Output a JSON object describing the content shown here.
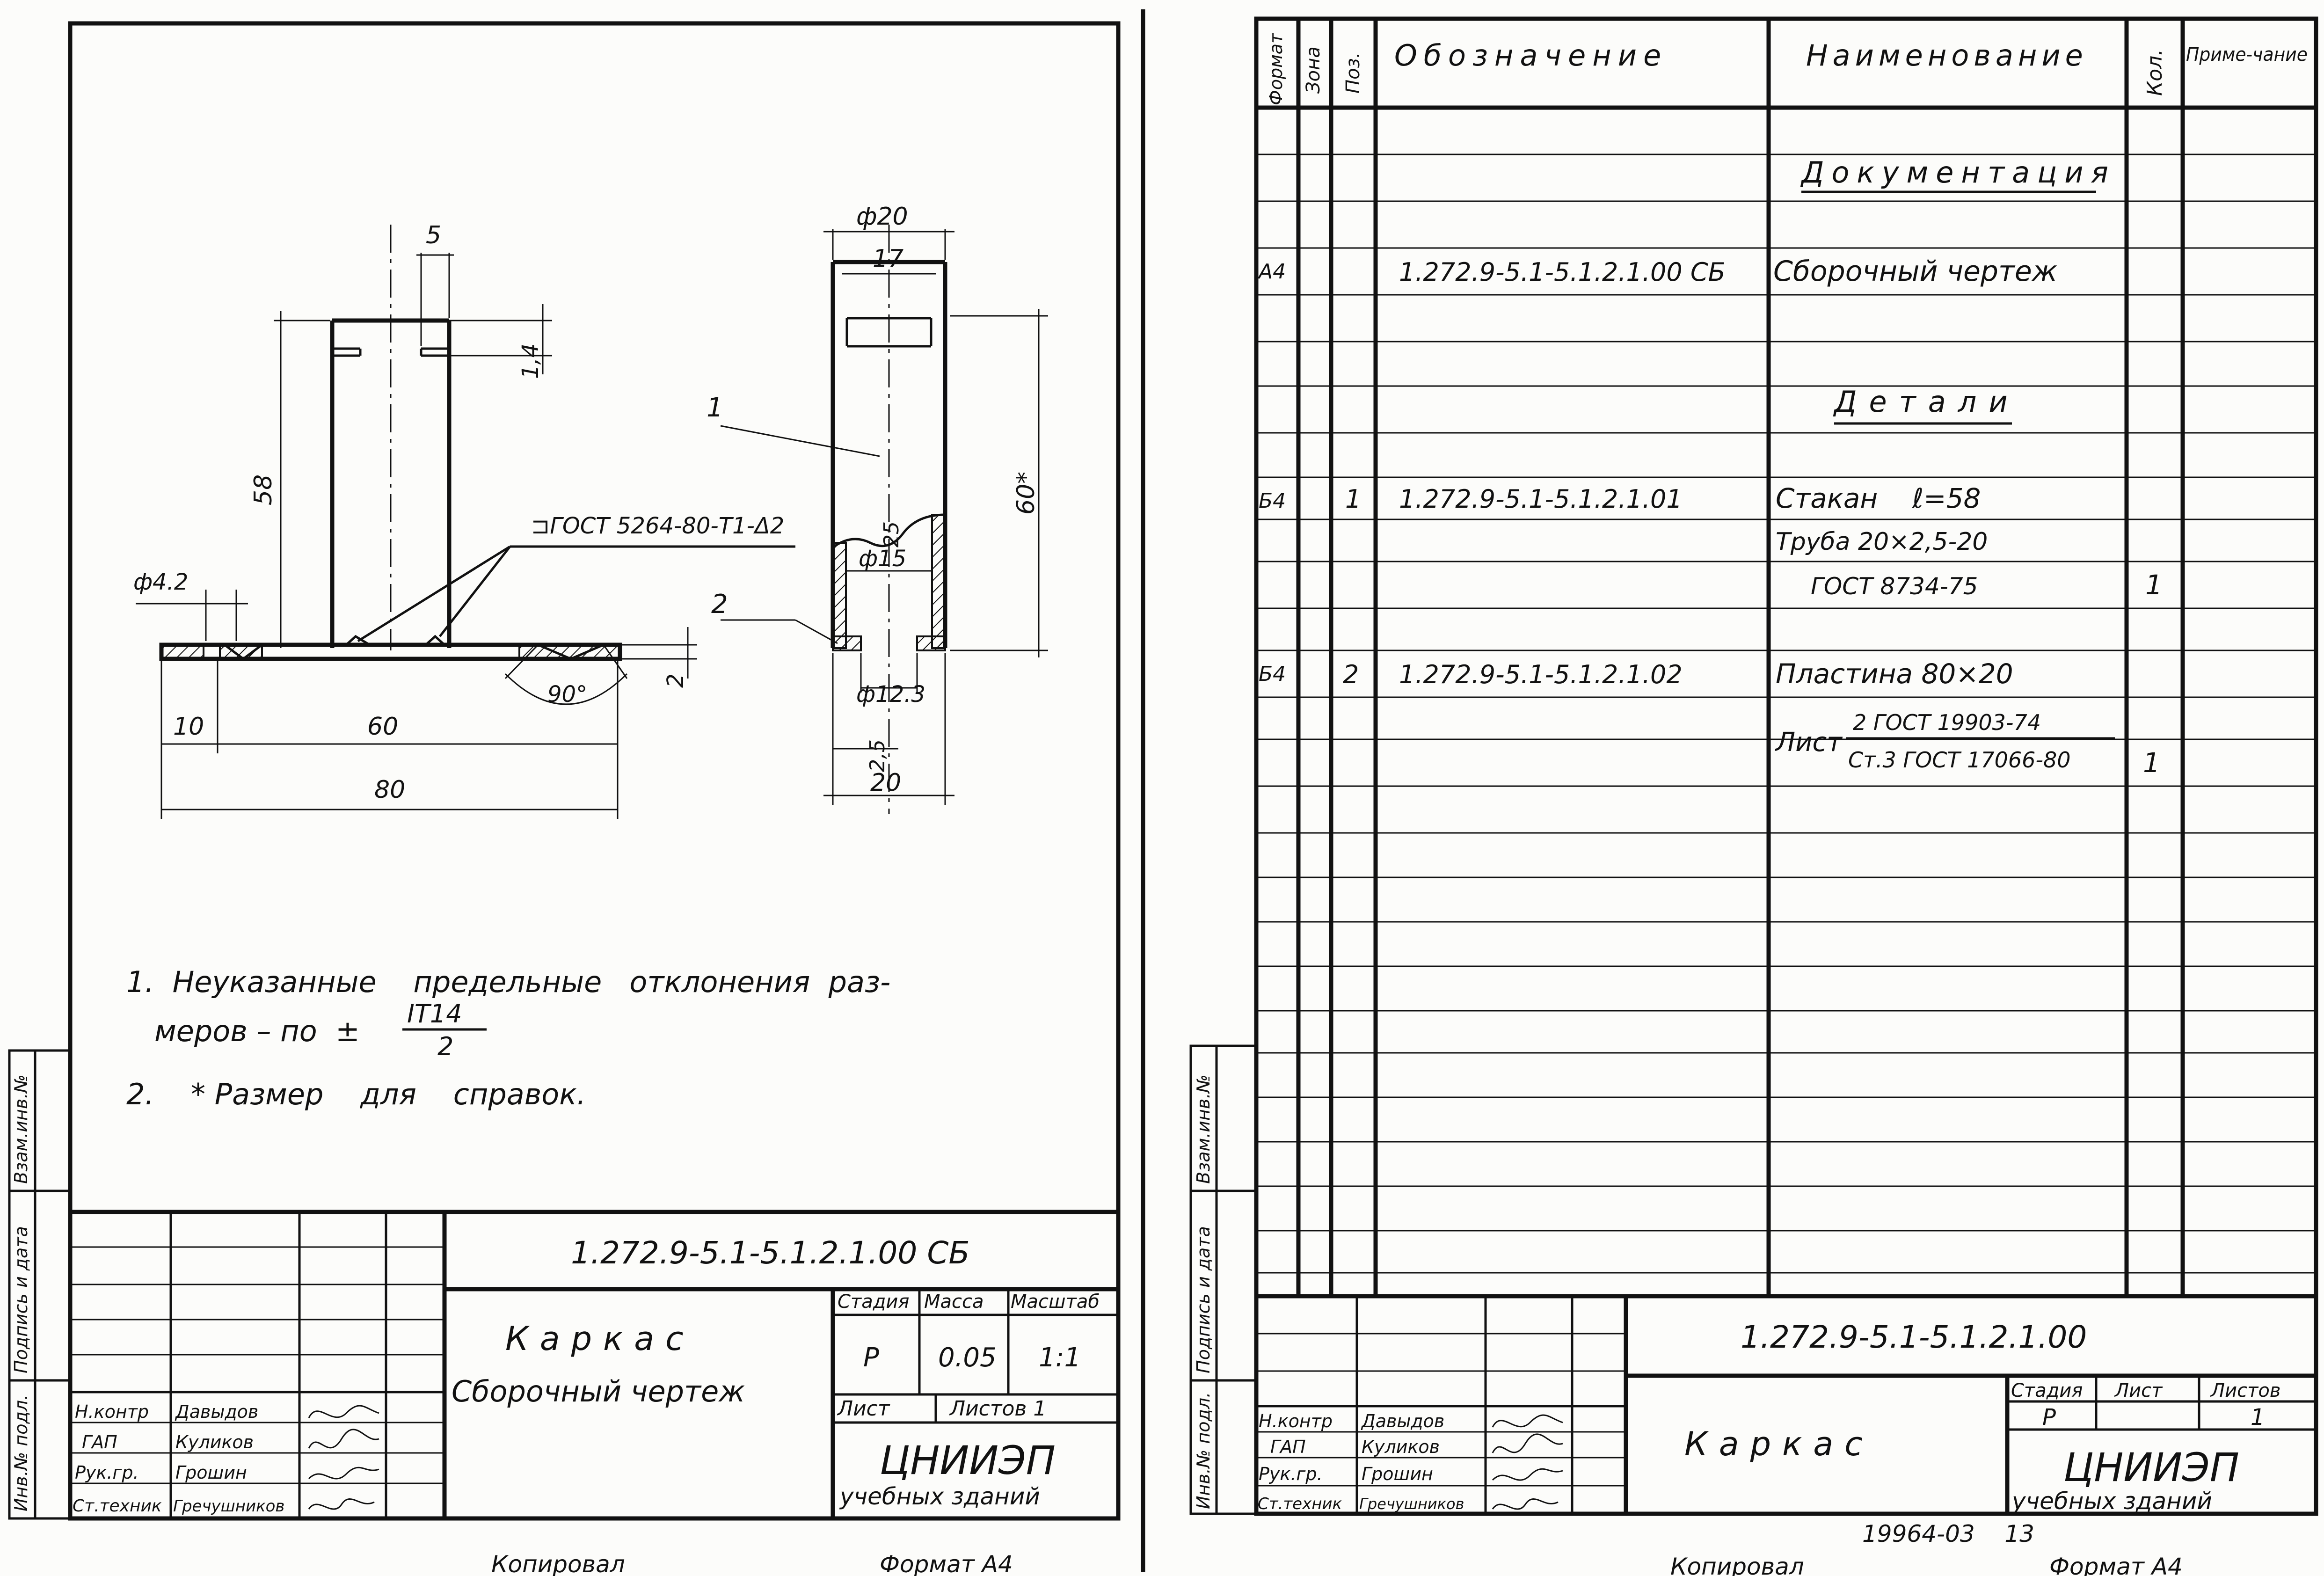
{
  "left": {
    "dims": {
      "d5": "5",
      "d14": "1,4",
      "d58": "58",
      "d42": "ф4.2",
      "d10": "10",
      "d60": "60",
      "d80": "80",
      "d90": "90°",
      "d2": "2",
      "d20top": "ф20",
      "d17": "17",
      "d60star": "60*",
      "d25": "25",
      "d15": "ф15",
      "d123": "ф12.3",
      "d25b": "2,5",
      "d20bot": "20"
    },
    "callouts": {
      "c1": "1",
      "c2": "2"
    },
    "weld": "⊐ГОСТ 5264-80-Т1-Δ2",
    "notes": {
      "n1a": "1.  Неуказанные    предельные   отклонения  раз-",
      "n1b": "меров – по  ±",
      "n1frac_top": "IT14",
      "n1frac_bot": "2",
      "n2": "2.    * Размер    для    справок."
    },
    "title_block": {
      "designation": "1.272.9-5.1-5.1.2.1.00 СБ",
      "title1": "Каркас",
      "title2": "Сборочный чертеж",
      "stage_hdr": "Стадия",
      "mass_hdr": "Масса",
      "scale_hdr": "Масштаб",
      "stage": "Р",
      "mass": "0.05",
      "scale": "1:1",
      "sheet": "Лист",
      "sheets": "Листов 1",
      "org1": "ЦНИИЭП",
      "org2": "учебных зданий",
      "roles": [
        "Н.контр",
        "ГАП",
        "Рук.гр.",
        "Ст.техник"
      ],
      "names": [
        "Давыдов",
        "Куликов",
        "Грошин",
        "Гречушников"
      ]
    },
    "side_labels": [
      "Инв.№ подл.",
      "Подпись и дата",
      "Взам.инв.№"
    ],
    "footer_left": "Копировал",
    "footer_right": "Формат А4"
  },
  "right": {
    "headers": {
      "format": "Формат",
      "zone": "Зона",
      "pos": "Поз.",
      "designation": "Обозначение",
      "name": "Наименование",
      "qty": "Кол.",
      "note": "Приме-чание"
    },
    "rows": {
      "doc_section": "Документация",
      "r1_format": "А4",
      "r1_desig": "1.272.9-5.1-5.1.2.1.00 СБ",
      "r1_name": "Сборочный чертеж",
      "det_section": "Детали",
      "r2_format": "Б4",
      "r2_pos": "1",
      "r2_desig": "1.272.9-5.1-5.1.2.1.01",
      "r2_name": "Стакан    ℓ=58",
      "r2_name2": "Труба  20×2,5-20",
      "r2_name3": "ГОСТ 8734-75",
      "r2_qty": "1",
      "r3_format": "Б4",
      "r3_pos": "2",
      "r3_desig": "1.272.9-5.1-5.1.2.1.02",
      "r3_name": "Пластина  80×20",
      "r3_list": "Лист",
      "r3_frac_top": "2 ГОСТ 19903-74",
      "r3_frac_bot": "Ст.3 ГОСТ 17066-80",
      "r3_qty": "1"
    },
    "title_block": {
      "designation": "1.272.9-5.1-5.1.2.1.00",
      "title": "Каркас",
      "stage_hdr": "Стадия",
      "sheet_hdr": "Лист",
      "sheets_hdr": "Листов",
      "stage": "Р",
      "sheets": "1",
      "org1": "ЦНИИЭП",
      "org2": "учебных зданий",
      "roles": [
        "Н.контр",
        "ГАП",
        "Рук.гр.",
        "Ст.техник"
      ],
      "names": [
        "Давыдов",
        "Куликов",
        "Грошин",
        "Гречушников"
      ]
    },
    "side_labels": [
      "Инв.№ подл.",
      "Подпись и дата",
      "Взам.инв.№"
    ],
    "stamp": "19964-03    13",
    "footer_left": "Копировал",
    "footer_right": "Формат А4"
  }
}
